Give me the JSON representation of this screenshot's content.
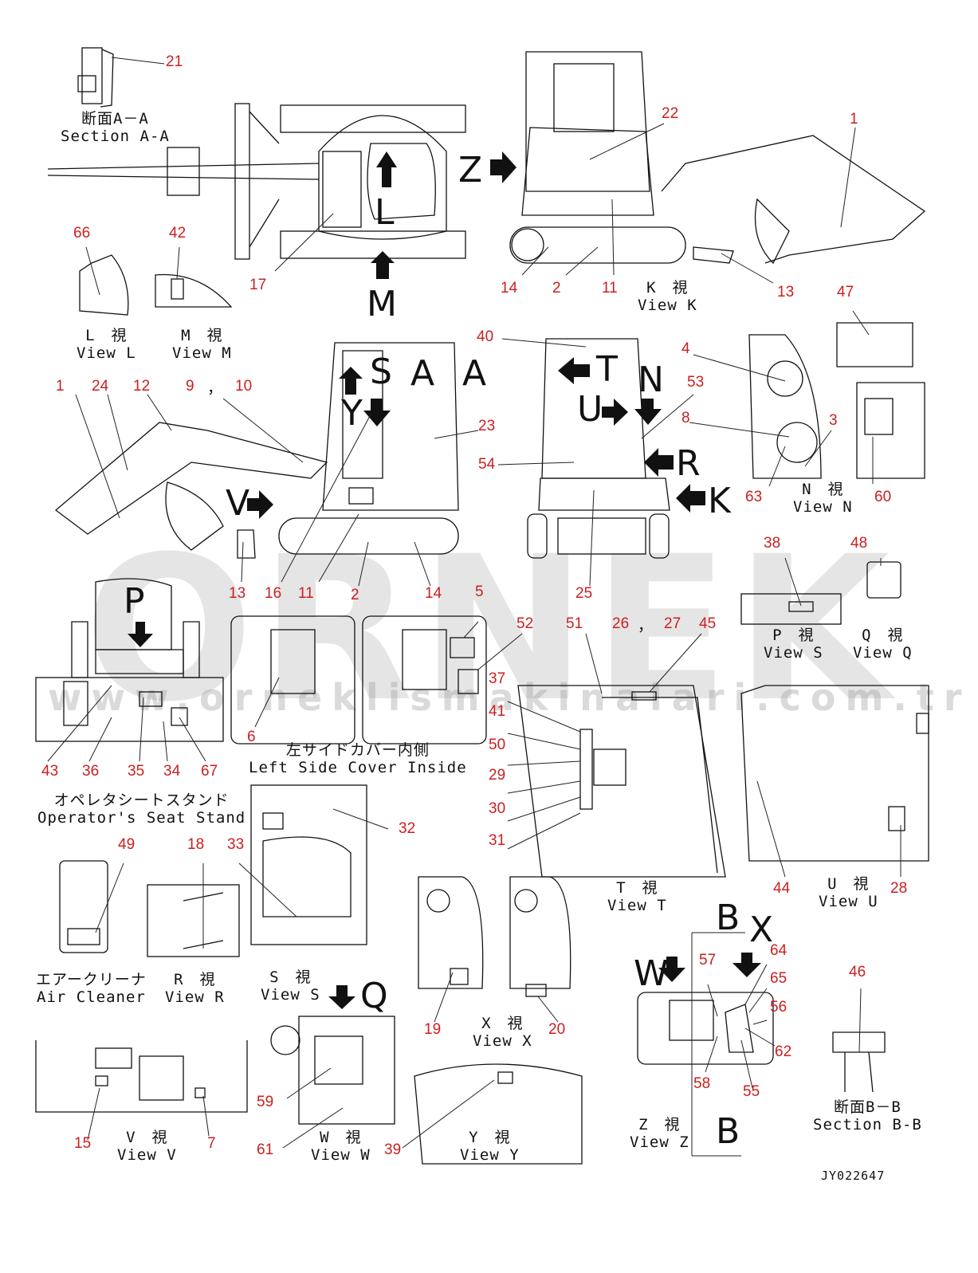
{
  "watermark": {
    "brand": "ORNEK",
    "url": "www.orneklismakinalari.com.tr"
  },
  "document_id": "JY022647",
  "views": [
    {
      "id": "section-a-a",
      "lines": [
        "断面A－A",
        "Section A-A"
      ]
    },
    {
      "id": "view-k",
      "lines": [
        "K　視",
        "View K"
      ]
    },
    {
      "id": "view-l",
      "lines": [
        "L　視",
        "View L"
      ]
    },
    {
      "id": "view-m",
      "lines": [
        "M　視",
        "View M"
      ]
    },
    {
      "id": "view-n",
      "lines": [
        "N　視",
        "View N"
      ]
    },
    {
      "id": "view-p",
      "lines": [
        "P　視",
        "View S"
      ]
    },
    {
      "id": "view-q",
      "lines": [
        "Q　視",
        "View Q"
      ]
    },
    {
      "id": "left-cover",
      "lines": [
        "左サイドカバー内側",
        "Left Side Cover Inside"
      ]
    },
    {
      "id": "seat-stand",
      "lines": [
        "オペレタシートスタンド",
        "Operator's Seat Stand"
      ]
    },
    {
      "id": "view-t",
      "lines": [
        "T　視",
        "View T"
      ]
    },
    {
      "id": "view-u",
      "lines": [
        "U　視",
        "View U"
      ]
    },
    {
      "id": "air-cleaner",
      "lines": [
        "エアークリーナ",
        "Air Cleaner"
      ]
    },
    {
      "id": "view-r",
      "lines": [
        "R　視",
        "View R"
      ]
    },
    {
      "id": "view-s",
      "lines": [
        "S　視",
        "View S"
      ]
    },
    {
      "id": "view-x",
      "lines": [
        "X　視",
        "View X"
      ]
    },
    {
      "id": "view-z",
      "lines": [
        "Z　視",
        "View Z"
      ]
    },
    {
      "id": "section-b-b",
      "lines": [
        "断面B－B",
        "Section B-B"
      ]
    },
    {
      "id": "view-v",
      "lines": [
        "V　視",
        "View V"
      ]
    },
    {
      "id": "view-w",
      "lines": [
        "W　視",
        "View W"
      ]
    },
    {
      "id": "view-y",
      "lines": [
        "Y　視",
        "View Y"
      ]
    }
  ],
  "view_arrow_letters": [
    "Z",
    "L",
    "M",
    "S",
    "Y",
    "A",
    "A",
    "T",
    "N",
    "U",
    "R",
    "K",
    "V",
    "P",
    "Q",
    "B",
    "X",
    "W",
    "B"
  ],
  "callouts": [
    "21",
    "66",
    "42",
    "17",
    "22",
    "1",
    "14",
    "2",
    "11",
    "13",
    "47",
    "40",
    "4",
    "53",
    "8",
    "3",
    "63",
    "60",
    "1",
    "24",
    "12",
    "9",
    "，",
    "10",
    "23",
    "54",
    "13",
    "16",
    "11",
    "2",
    "14",
    "25",
    "38",
    "48",
    "5",
    "52",
    "51",
    "26",
    "，",
    "27",
    "45",
    "6",
    "37",
    "41",
    "50",
    "29",
    "30",
    "31",
    "43",
    "36",
    "35",
    "34",
    "67",
    "32",
    "49",
    "18",
    "33",
    "44",
    "28",
    "19",
    "20",
    "46",
    "57",
    "64",
    "65",
    "56",
    "62",
    "58",
    "55",
    "59",
    "61",
    "39",
    "15",
    "7"
  ]
}
